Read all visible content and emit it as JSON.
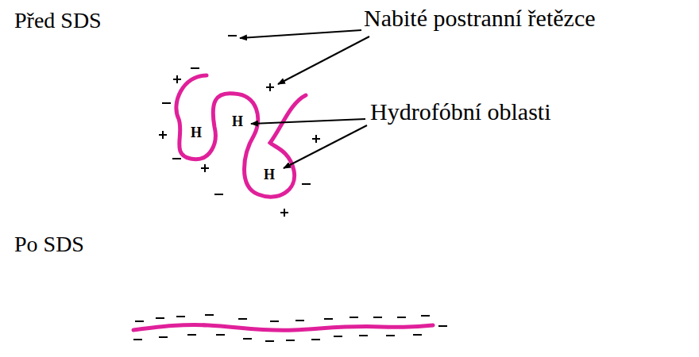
{
  "diagram": {
    "labels": [
      "Před SDS",
      "Nabité postranní řetězce",
      "Hydrofóbní oblasti",
      "H",
      "H",
      "H",
      "Po SDS"
    ]
  }
}
